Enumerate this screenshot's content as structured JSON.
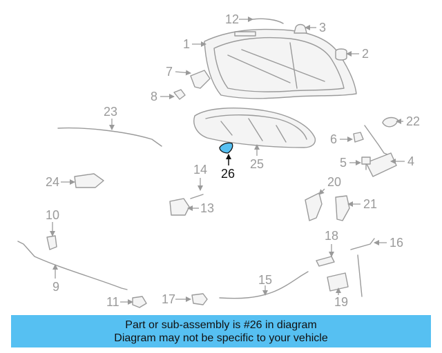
{
  "diagram": {
    "highlight_color": "#56c0f2",
    "highlighted_part": "26",
    "callouts": [
      "1",
      "2",
      "3",
      "4",
      "5",
      "6",
      "7",
      "8",
      "9",
      "10",
      "11",
      "12",
      "13",
      "14",
      "15",
      "16",
      "17",
      "18",
      "19",
      "20",
      "21",
      "22",
      "23",
      "24",
      "25",
      "26"
    ]
  },
  "banner": {
    "background": "#56c0f2",
    "line1": "Part or sub-assembly is #26 in diagram",
    "line2": "Diagram may not be specific to your vehicle"
  }
}
